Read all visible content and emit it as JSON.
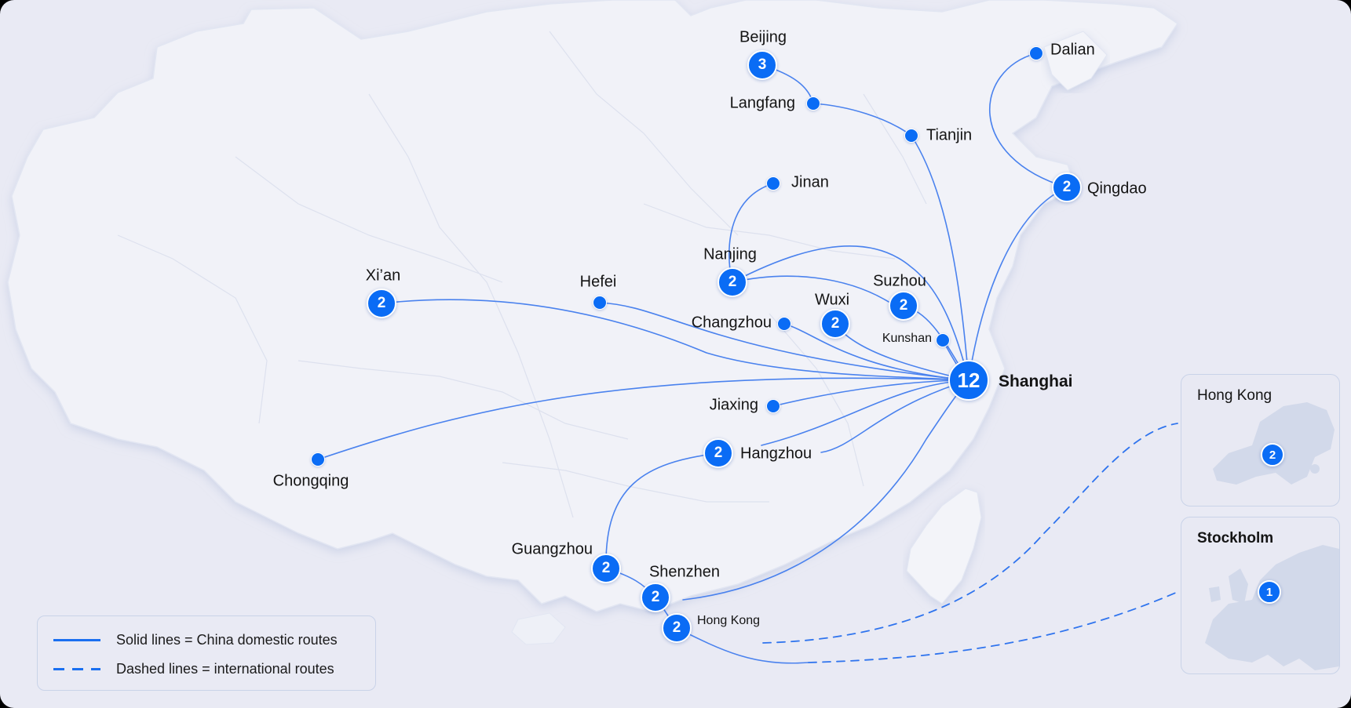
{
  "colors": {
    "background": "#e9eaf4",
    "route": "#4a82ee",
    "node": "#0a6cf5",
    "land": "#f1f2f8",
    "inset_land": "#d2d9ea"
  },
  "hub": {
    "name": "Shanghai",
    "count": "12"
  },
  "cities": [
    {
      "name": "Beijing",
      "count": "3"
    },
    {
      "name": "Langfang",
      "count": null
    },
    {
      "name": "Tianjin",
      "count": null
    },
    {
      "name": "Dalian",
      "count": null
    },
    {
      "name": "Qingdao",
      "count": "2"
    },
    {
      "name": "Jinan",
      "count": null
    },
    {
      "name": "Nanjing",
      "count": "2"
    },
    {
      "name": "Suzhou",
      "count": "2"
    },
    {
      "name": "Wuxi",
      "count": "2"
    },
    {
      "name": "Changzhou",
      "count": null
    },
    {
      "name": "Kunshan",
      "count": null
    },
    {
      "name": "Hefei",
      "count": null
    },
    {
      "name": "Xi’an",
      "count": "2"
    },
    {
      "name": "Chongqing",
      "count": null
    },
    {
      "name": "Jiaxing",
      "count": null
    },
    {
      "name": "Hangzhou",
      "count": "2"
    },
    {
      "name": "Guangzhou",
      "count": "2"
    },
    {
      "name": "Shenzhen",
      "count": "2"
    },
    {
      "name": "Hong Kong",
      "count": "2"
    }
  ],
  "insets": [
    {
      "title": "Hong Kong",
      "count": "2"
    },
    {
      "title": "Stockholm",
      "count": "1"
    }
  ],
  "legend": {
    "solid_label": "Solid lines = China domestic routes",
    "dashed_label": "Dashed lines = international routes"
  }
}
